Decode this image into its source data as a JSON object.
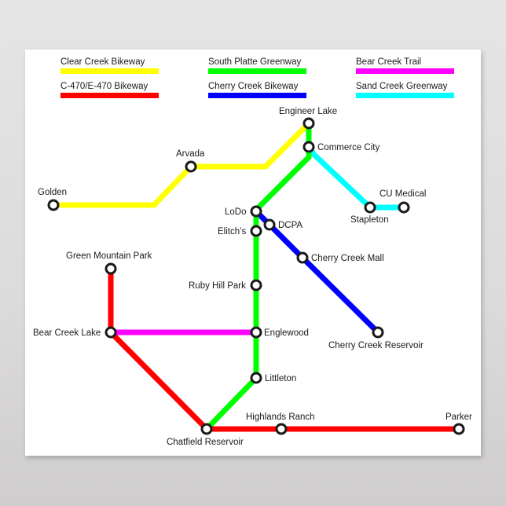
{
  "legend": [
    {
      "label": "Clear Creek Bikeway",
      "color": "#ffff00"
    },
    {
      "label": "South Platte Greenway",
      "color": "#00ff00"
    },
    {
      "label": "Bear Creek Trail",
      "color": "#ff00ff"
    },
    {
      "label": "C-470/E-470 Bikeway",
      "color": "#ff0000"
    },
    {
      "label": "Cherry Creek Bikeway",
      "color": "#0000ff"
    },
    {
      "label": "Sand Creek Greenway",
      "color": "#00ffff"
    }
  ],
  "stations": {
    "golden": "Golden",
    "arvada": "Arvada",
    "engineer_lake": "Engineer Lake",
    "commerce_city": "Commerce City",
    "stapleton": "Stapleton",
    "cu_medical": "CU Medical",
    "lodo": "LoDo",
    "dcpa": "DCPA",
    "elitchs": "Elitch’s",
    "cherry_creek_mall": "Cherry Creek Mall",
    "green_mountain_park": "Green Mountain Park",
    "ruby_hill_park": "Ruby Hill Park",
    "bear_creek_lake": "Bear Creek Lake",
    "englewood": "Englewood",
    "cherry_creek_reservoir": "Cherry Creek Reservoir",
    "littleton": "Littleton",
    "highlands_ranch": "Highlands Ranch",
    "parker": "Parker",
    "chatfield_reservoir": "Chatfield Reservoir"
  }
}
